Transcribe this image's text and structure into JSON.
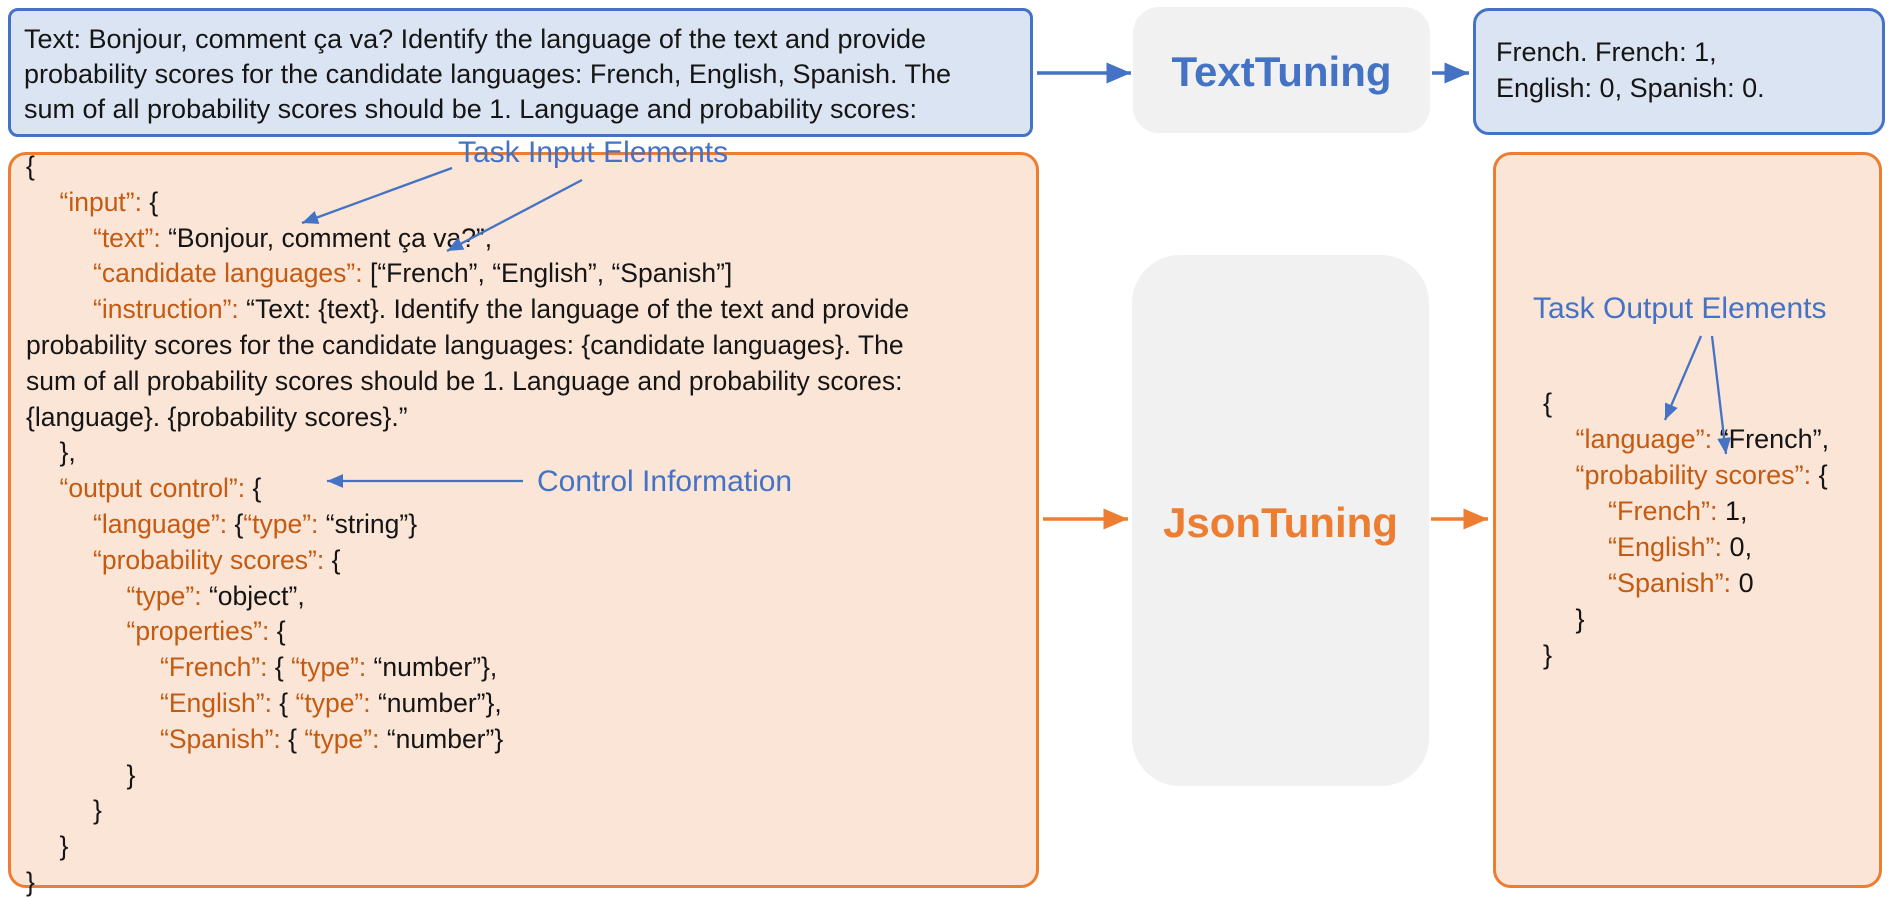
{
  "colors": {
    "blue_accent": "#4472C4",
    "blue_fill": "#DBE4F2",
    "orange_accent": "#ED7D31",
    "orange_fill": "#FBE5D6",
    "json_key_orange": "#C55A11",
    "gray_fill": "#F1F1F1",
    "text_black": "#151515"
  },
  "models": {
    "text_tuning": "TextTuning",
    "json_tuning": "JsonTuning"
  },
  "annotations": {
    "task_input": "Task Input Elements",
    "control_information": "Control Information",
    "task_output": "Task Output Elements"
  },
  "text_flow": {
    "input_lines": [
      "Text: Bonjour, comment ça va? Identify the language of the text and provide",
      "probability scores for the candidate languages: French, English, Spanish. The",
      "sum of all probability scores should be 1. Language and probability scores:"
    ],
    "output_lines": [
      "French. French: 1,",
      "English: 0, Spanish: 0."
    ]
  },
  "left_json": {
    "lines": [
      {
        "indent": 0,
        "segs": [
          [
            "v",
            "{"
          ]
        ]
      },
      {
        "indent": 1,
        "segs": [
          [
            "k",
            "“input”: "
          ],
          [
            "v",
            "{"
          ]
        ]
      },
      {
        "indent": 2,
        "segs": [
          [
            "k",
            "“text”: "
          ],
          [
            "v",
            "“Bonjour, comment ça va?”,"
          ]
        ]
      },
      {
        "indent": 2,
        "segs": [
          [
            "k",
            "“candidate languages”: "
          ],
          [
            "v",
            "[“French”, “English”, “Spanish”]"
          ]
        ]
      },
      {
        "indent": 2,
        "segs": [
          [
            "k",
            "“instruction”: "
          ],
          [
            "v",
            "“Text: {text}. Identify the language of the text and provide"
          ]
        ]
      },
      {
        "indent": 0,
        "segs": [
          [
            "v",
            "probability scores for the candidate languages: {candidate languages}. The"
          ]
        ]
      },
      {
        "indent": 0,
        "segs": [
          [
            "v",
            "sum of all probability scores should be 1. Language and probability scores:"
          ]
        ]
      },
      {
        "indent": 0,
        "segs": [
          [
            "v",
            "{language}. {probability scores}.”"
          ]
        ]
      },
      {
        "indent": 1,
        "segs": [
          [
            "v",
            "},"
          ]
        ]
      },
      {
        "indent": 1,
        "segs": [
          [
            "k",
            "“output control”: "
          ],
          [
            "v",
            "{"
          ]
        ]
      },
      {
        "indent": 2,
        "segs": [
          [
            "k",
            "“language”: "
          ],
          [
            "v",
            "{"
          ],
          [
            "k",
            "“type”: "
          ],
          [
            "v",
            "“string”}"
          ]
        ]
      },
      {
        "indent": 2,
        "segs": [
          [
            "k",
            "“probability scores”: "
          ],
          [
            "v",
            "{"
          ]
        ]
      },
      {
        "indent": 3,
        "segs": [
          [
            "k",
            "“type”: "
          ],
          [
            "v",
            "“object”,"
          ]
        ]
      },
      {
        "indent": 3,
        "segs": [
          [
            "k",
            "“properties”: "
          ],
          [
            "v",
            "{"
          ]
        ]
      },
      {
        "indent": 4,
        "segs": [
          [
            "k",
            "“French”: "
          ],
          [
            "v",
            "{ "
          ],
          [
            "k",
            "“type”: "
          ],
          [
            "v",
            "“number”},"
          ]
        ]
      },
      {
        "indent": 4,
        "segs": [
          [
            "k",
            "“English”: "
          ],
          [
            "v",
            "{ "
          ],
          [
            "k",
            "“type”: "
          ],
          [
            "v",
            "“number”},"
          ]
        ]
      },
      {
        "indent": 4,
        "segs": [
          [
            "k",
            "“Spanish”: "
          ],
          [
            "v",
            "{ "
          ],
          [
            "k",
            "“type”: "
          ],
          [
            "v",
            "“number”}"
          ]
        ]
      },
      {
        "indent": 3,
        "segs": [
          [
            "v",
            "}"
          ]
        ]
      },
      {
        "indent": 2,
        "segs": [
          [
            "v",
            "}"
          ]
        ]
      },
      {
        "indent": 1,
        "segs": [
          [
            "v",
            "}"
          ]
        ]
      },
      {
        "indent": 0,
        "segs": [
          [
            "v",
            "}"
          ]
        ]
      }
    ]
  },
  "right_json": {
    "lines": [
      {
        "indent": 0,
        "segs": [
          [
            "v",
            "{"
          ]
        ]
      },
      {
        "indent": 1,
        "segs": [
          [
            "k",
            "“language”: "
          ],
          [
            "v",
            "“French”,"
          ]
        ]
      },
      {
        "indent": 1,
        "segs": [
          [
            "k",
            "“probability scores”: "
          ],
          [
            "v",
            "{"
          ]
        ]
      },
      {
        "indent": 2,
        "segs": [
          [
            "k",
            "“French”: "
          ],
          [
            "v",
            "1,"
          ]
        ]
      },
      {
        "indent": 2,
        "segs": [
          [
            "k",
            "“English”: "
          ],
          [
            "v",
            "0,"
          ]
        ]
      },
      {
        "indent": 2,
        "segs": [
          [
            "k",
            "“Spanish”: "
          ],
          [
            "v",
            "0"
          ]
        ]
      },
      {
        "indent": 1,
        "segs": [
          [
            "v",
            "}"
          ]
        ]
      },
      {
        "indent": 0,
        "segs": [
          [
            "v",
            "}"
          ]
        ]
      }
    ]
  }
}
